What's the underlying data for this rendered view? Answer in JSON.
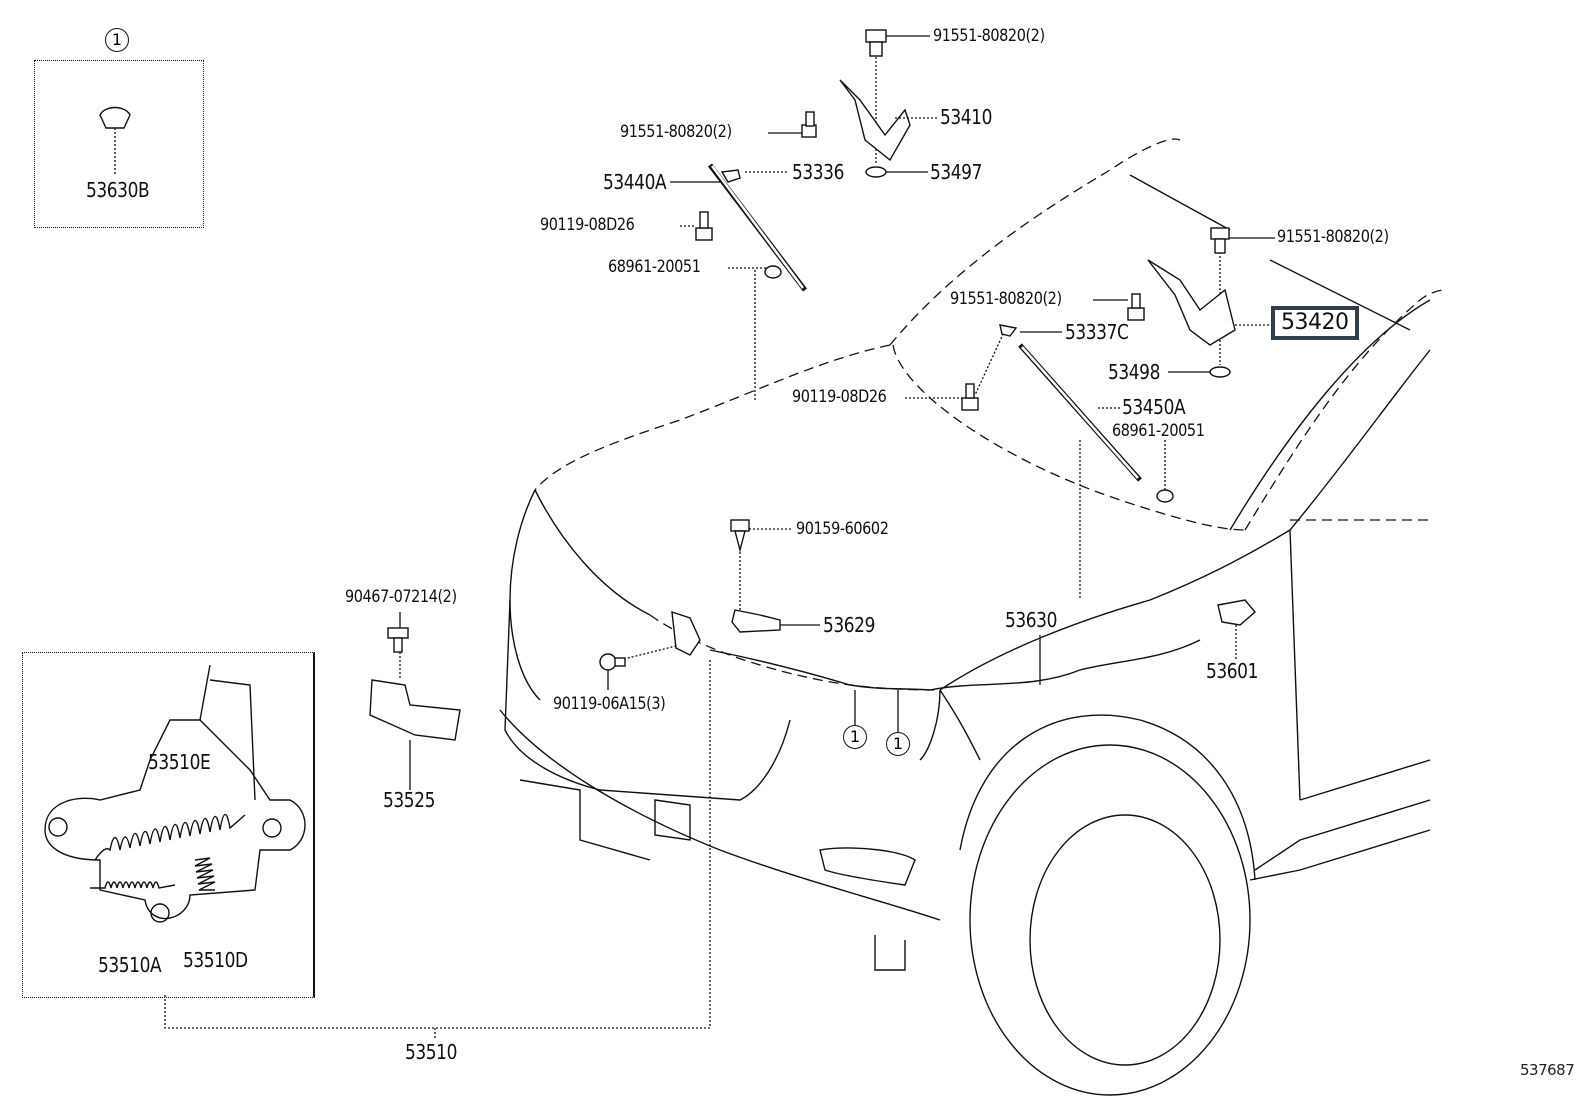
{
  "diagram": {
    "reference_number": "537687",
    "callout_marker": "1",
    "inset_clip": {
      "marker": "1",
      "part": "53630B"
    },
    "inset_latch": {
      "parts": [
        "53510E",
        "53510A",
        "53510D"
      ],
      "assembly": "53510"
    },
    "parts": {
      "bolt_left_hinge_top": "91551-80820(2)",
      "hinge_left": "53410",
      "bolt_left_hinge_side": "91551-80820(2)",
      "stay_left": "53440A",
      "bracket_left": "53336",
      "washer_left": "53497",
      "bolt_left_stay": "90119-08D26",
      "retainer_left": "68961-20051",
      "bolt_right_hinge_top": "91551-80820(2)",
      "bolt_right_hinge_side": "91551-80820(2)",
      "hinge_right": "53420",
      "bracket_right": "53337C",
      "washer_right": "53498",
      "bolt_right_stay": "90119-08D26",
      "stay_right": "53450A",
      "retainer_right": "68961-20051",
      "screw_support": "90159-60602",
      "lock_support": "53629",
      "clip_bracket": "90467-07214(2)",
      "bolt_lock": "90119-06A15(3)",
      "bracket_lower": "53525",
      "release_cable": "53630",
      "release_lever": "53601",
      "lock_assembly": "53510"
    },
    "highlighted_part": "53420"
  }
}
